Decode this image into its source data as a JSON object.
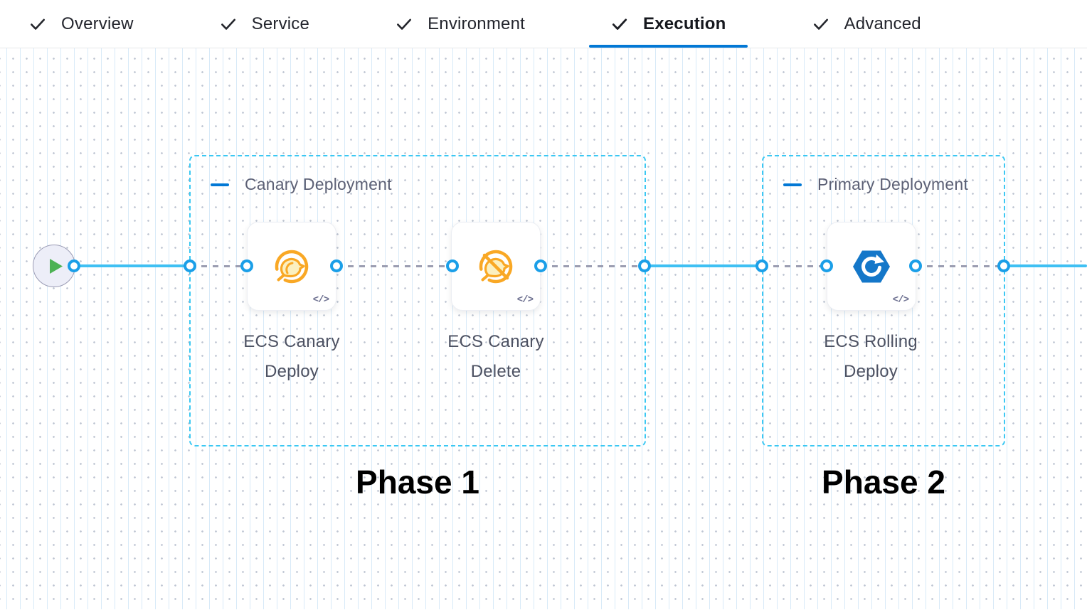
{
  "tabs": {
    "items": [
      {
        "label": "Overview",
        "checked": true,
        "active": false
      },
      {
        "label": "Service",
        "checked": true,
        "active": false
      },
      {
        "label": "Environment",
        "checked": true,
        "active": false
      },
      {
        "label": "Execution",
        "checked": true,
        "active": true
      },
      {
        "label": "Advanced",
        "checked": true,
        "active": false
      }
    ]
  },
  "pipeline": {
    "start_node": {
      "icon": "play-icon"
    },
    "groups": [
      {
        "title": "Canary Deployment",
        "phase_label": "Phase 1",
        "steps": [
          {
            "name": "ECS Canary Deploy",
            "icon": "canary-deploy-icon",
            "code_badge": "</>"
          },
          {
            "name": "ECS Canary Delete",
            "icon": "canary-delete-icon",
            "code_badge": "</>"
          }
        ]
      },
      {
        "title": "Primary Deployment",
        "phase_label": "Phase 2",
        "steps": [
          {
            "name": "ECS Rolling Deploy",
            "icon": "ecs-rolling-deploy-icon",
            "code_badge": "</>"
          }
        ]
      }
    ]
  },
  "colors": {
    "accent_blue": "#0278D5",
    "connector_solid": "#3FC0F3",
    "connector_dashed": "#9B9DB1",
    "port_ring": "#1B9FE8",
    "group_border": "#3BC8F3",
    "canary_orange": "#F9A825",
    "ecs_blue": "#1477C9",
    "play_green": "#4DB254",
    "tab_text": "#23252D",
    "group_title_text": "#5C6075",
    "step_label_text": "#4C5162"
  }
}
